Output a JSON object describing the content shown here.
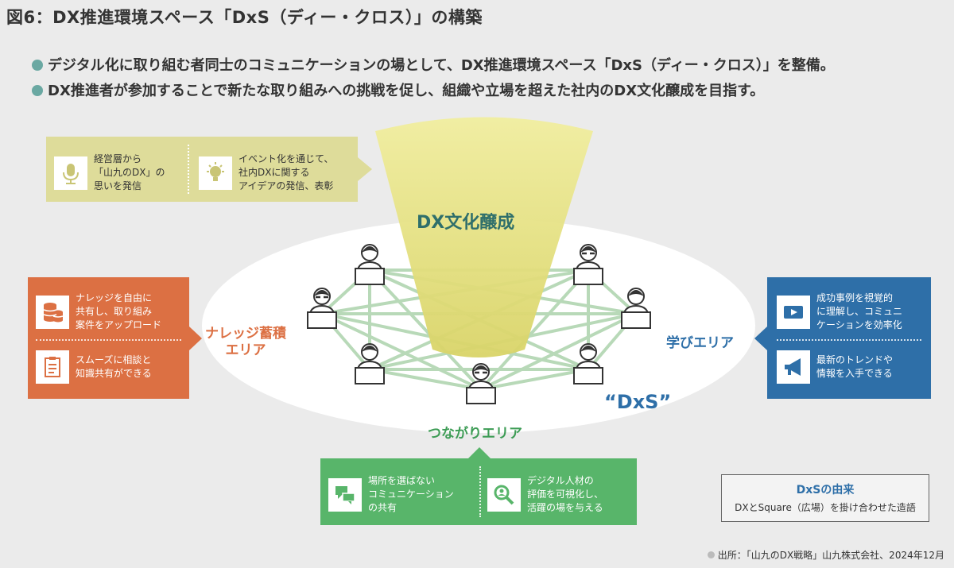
{
  "title": "図6：DX推進環境スペース「DxS（ディー・クロス）」の構築",
  "bullets": [
    "デジタル化に取り組む者同士のコミュニケーションの場として、DX推進環境スペース「DxS（ディー・クロス）」を整備。",
    "DX推進者が参加することで新たな取り組みへの挑戦を促し、組織や立場を超えた社内のDX文化醸成を目指す。"
  ],
  "center": {
    "culture_label": "DX文化醸成",
    "space_name": "“DxS”"
  },
  "areas": {
    "knowledge": "ナレッジ蓄積\nエリア",
    "learning": "学びエリア",
    "connect": "つながりエリア"
  },
  "panels": {
    "top": [
      {
        "icon": "microphone-icon",
        "text": "経営層から\n「山九のDX」の\n思いを発信"
      },
      {
        "icon": "lightbulb-icon",
        "text": "イベント化を通じて、\n社内DXに関する\nアイデアの発信、表彰"
      }
    ],
    "left": [
      {
        "icon": "database-icon",
        "text": "ナレッジを自由に\n共有し、取り組み\n案件をアップロード"
      },
      {
        "icon": "clipboard-icon",
        "text": "スムーズに相談と\n知識共有ができる"
      }
    ],
    "right": [
      {
        "icon": "video-play-icon",
        "text": "成功事例を視覚的\nに理解し、コミュニ\nケーションを効率化"
      },
      {
        "icon": "megaphone-icon",
        "text": "最新のトレンドや\n情報を入手できる"
      }
    ],
    "bottom": [
      {
        "icon": "chat-bubbles-icon",
        "text": "場所を選ばない\nコミュニケーション\nの共有"
      },
      {
        "icon": "magnifier-icon",
        "text": "デジタル人材の\n評価を可視化し、\n活躍の場を与える"
      }
    ]
  },
  "origin": {
    "heading": "DxSの由来",
    "body": "DXとSquare（広場）を掛け合わせた造語"
  },
  "source": "出所：「山九のDX戦略」山九株式会社、2024年12月",
  "colors": {
    "background": "#ebebeb",
    "teal_dot": "#6aa8a2",
    "yellow_panel": "#dedc9a",
    "orange_panel": "#dc7043",
    "blue_panel": "#2e6fa8",
    "green_panel": "#58b56a",
    "network_line": "#b8d9b8",
    "cone": "#e9e58a",
    "culture_text": "#2f6f6b"
  }
}
